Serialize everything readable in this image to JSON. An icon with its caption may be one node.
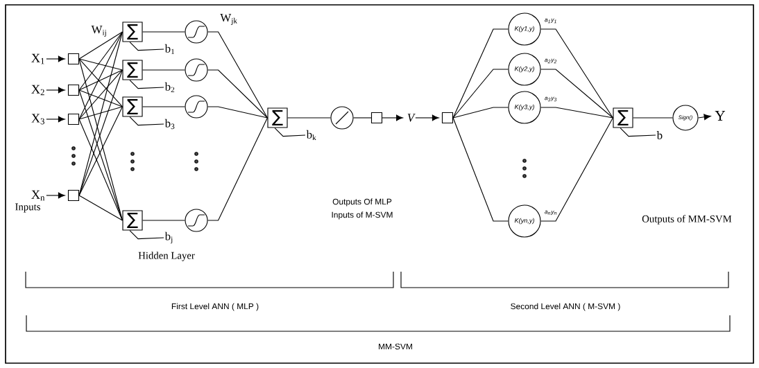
{
  "diagram": {
    "nodes": [
      {
        "text": [
          "X$_{1}$"
        ]
      },
      {
        "text": [
          "X$_{2}$"
        ]
      },
      {
        "text": [
          "X$_{3}$"
        ]
      },
      {
        "text": [
          "X$_{n}$"
        ]
      },
      {
        "text": [],
        "shape": "box"
      },
      {
        "text": [],
        "shape": "box"
      },
      {
        "text": [],
        "shape": "box"
      },
      {
        "text": [],
        "shape": "box"
      },
      {
        "text": [
          "∑"
        ]
      },
      {
        "text": [
          "∑"
        ]
      },
      {
        "text": [
          "∑"
        ]
      },
      {
        "text": [
          "∑"
        ]
      },
      {
        "text": [],
        "shape": "circle"
      },
      {
        "text": [],
        "shape": "circle"
      },
      {
        "text": [],
        "shape": "circle"
      },
      {
        "text": [],
        "shape": "circle"
      },
      {
        "text": [
          "b$_{1}$"
        ]
      },
      {
        "text": [
          "b$_{2}$"
        ]
      },
      {
        "text": [
          "b$_{3}$"
        ]
      },
      {
        "text": [
          "b$_{j}$"
        ]
      },
      {
        "text": [
          "∑"
        ]
      },
      {
        "text": [
          "b$_{k}$"
        ]
      },
      {
        "text": [],
        "shape": "circle"
      },
      {
        "text": [],
        "shape": "box"
      },
      {
        "text": [
          "V"
        ]
      },
      {
        "text": [],
        "shape": "box"
      },
      {
        "text": [
          "K(y1,y)"
        ]
      },
      {
        "text": [
          "K(y2,y)"
        ]
      },
      {
        "text": [
          "K(y3,y)"
        ]
      },
      {
        "text": [
          "K(yn,y)"
        ]
      },
      {
        "text": [
          "∑"
        ]
      },
      {
        "text": [
          "b"
        ]
      },
      {
        "text": [
          "Sign()"
        ]
      },
      {
        "text": [
          "Y"
        ]
      }
    ],
    "edges": [
      {
        "from": 0,
        "to": 4,
        "arrow": "to"
      },
      {
        "from": 1,
        "to": 5,
        "arrow": "to"
      },
      {
        "from": 2,
        "to": 6,
        "arrow": "to"
      },
      {
        "from": 3,
        "to": 7,
        "arrow": "to"
      },
      {
        "from": 4,
        "to": 8,
        "arrow": "none"
      },
      {
        "from": 4,
        "to": 9,
        "arrow": "none"
      },
      {
        "from": 4,
        "to": 10,
        "arrow": "none"
      },
      {
        "from": 4,
        "to": 11,
        "arrow": "none"
      },
      {
        "from": 5,
        "to": 8,
        "arrow": "none"
      },
      {
        "from": 5,
        "to": 9,
        "arrow": "none"
      },
      {
        "from": 5,
        "to": 10,
        "arrow": "none"
      },
      {
        "from": 5,
        "to": 11,
        "arrow": "none"
      },
      {
        "from": 6,
        "to": 8,
        "arrow": "none"
      },
      {
        "from": 6,
        "to": 9,
        "arrow": "none"
      },
      {
        "from": 6,
        "to": 10,
        "arrow": "none"
      },
      {
        "from": 6,
        "to": 11,
        "arrow": "none"
      },
      {
        "from": 7,
        "to": 8,
        "arrow": "none"
      },
      {
        "from": 7,
        "to": 9,
        "arrow": "none"
      },
      {
        "from": 7,
        "to": 10,
        "arrow": "none"
      },
      {
        "from": 7,
        "to": 11,
        "arrow": "none"
      },
      {
        "from": 8,
        "to": 12,
        "arrow": "none"
      },
      {
        "from": 9,
        "to": 13,
        "arrow": "none"
      },
      {
        "from": 10,
        "to": 14,
        "arrow": "none"
      },
      {
        "from": 11,
        "to": 15,
        "arrow": "none"
      },
      {
        "from": 8,
        "to": 16,
        "arrow": "none"
      },
      {
        "from": 9,
        "to": 17,
        "arrow": "none"
      },
      {
        "from": 10,
        "to": 18,
        "arrow": "none"
      },
      {
        "from": 11,
        "to": 19,
        "arrow": "none"
      },
      {
        "from": 12,
        "to": 20,
        "arrow": "none"
      },
      {
        "from": 13,
        "to": 20,
        "arrow": "none"
      },
      {
        "from": 14,
        "to": 20,
        "arrow": "none"
      },
      {
        "from": 15,
        "to": 20,
        "arrow": "none"
      },
      {
        "from": 20,
        "to": 21,
        "arrow": "none"
      },
      {
        "from": 20,
        "to": 22,
        "arrow": "none"
      },
      {
        "from": 22,
        "to": 23,
        "arrow": "none"
      },
      {
        "from": 23,
        "to": 24,
        "arrow": "to"
      },
      {
        "from": 24,
        "to": 25,
        "arrow": "to"
      },
      {
        "from": 25,
        "to": 26,
        "arrow": "none"
      },
      {
        "from": 25,
        "to": 27,
        "arrow": "none"
      },
      {
        "from": 25,
        "to": 28,
        "arrow": "none"
      },
      {
        "from": 25,
        "to": 29,
        "arrow": "none"
      },
      {
        "from": 26,
        "to": 30,
        "arrow": "none",
        "label": "a$_{1}$y$_{1}$"
      },
      {
        "from": 27,
        "to": 30,
        "arrow": "none",
        "label": "a$_{2}$y$_{2}$"
      },
      {
        "from": 28,
        "to": 30,
        "arrow": "none",
        "label": "a$_{3}$y$_{3}$"
      },
      {
        "from": 29,
        "to": 30,
        "arrow": "none",
        "label": "a$_{n}$y$_{n}$"
      },
      {
        "from": 30,
        "to": 31,
        "arrow": "none"
      },
      {
        "from": 30,
        "to": 32,
        "arrow": "none"
      },
      {
        "from": 32,
        "to": 33,
        "arrow": "to"
      }
    ],
    "labels": [
      "W$_{ij}$",
      "W$_{jk}$",
      "Inputs",
      "Hidden Layer",
      "Outputs Of MLP",
      "Inputs of M-SVM",
      "Outputs of MM-SVM",
      "First Level ANN ( MLP )",
      "Second Level ANN ( M-SVM )",
      "MM-SVM"
    ]
  }
}
